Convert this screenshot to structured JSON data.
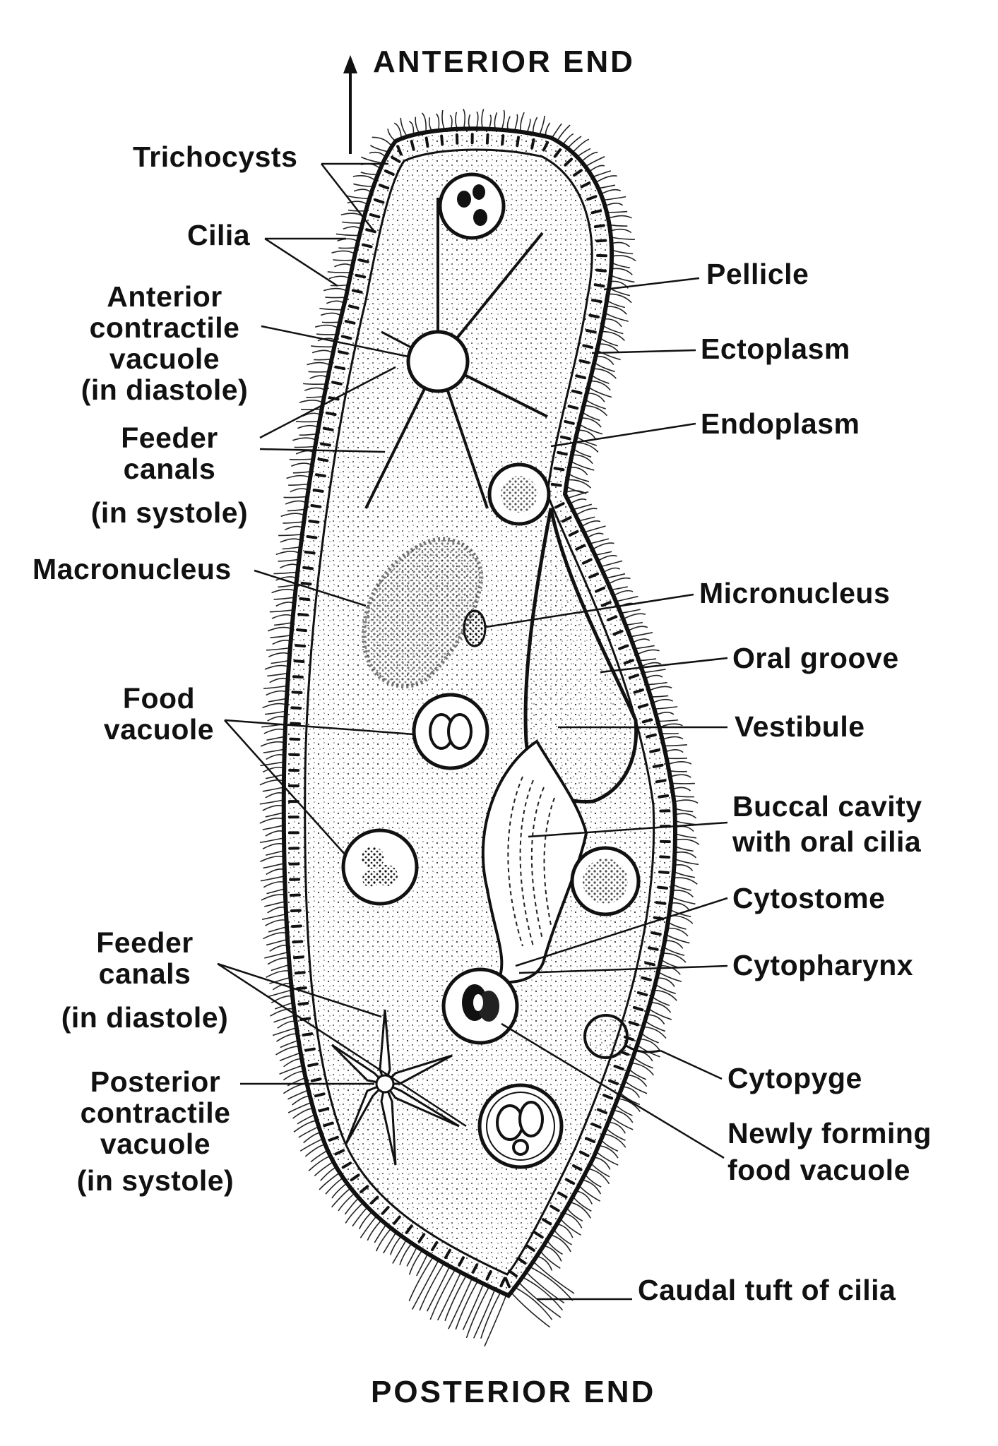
{
  "ends": {
    "anterior": "ANTERIOR END",
    "posterior": "POSTERIOR END"
  },
  "labels": {
    "trichocysts": "Trichocysts",
    "cilia": "Cilia",
    "anterior_cv": [
      "Anterior",
      "contractile",
      "vacuole",
      "(in diastole)"
    ],
    "feeder_canals_systole": [
      "Feeder",
      "canals",
      "(in systole)"
    ],
    "macronucleus": "Macronucleus",
    "food_vacuole": [
      "Food",
      "vacuole"
    ],
    "feeder_canals_diastole": [
      "Feeder",
      "canals",
      "(in diastole)"
    ],
    "posterior_cv": [
      "Posterior",
      "contractile",
      "vacuole",
      "(in systole)"
    ],
    "pellicle": "Pellicle",
    "ectoplasm": "Ectoplasm",
    "endoplasm": "Endoplasm",
    "micronucleus": "Micronucleus",
    "oral_groove": "Oral groove",
    "vestibule": "Vestibule",
    "buccal_cavity": [
      "Buccal cavity",
      "with oral cilia"
    ],
    "cytostome": "Cytostome",
    "cytopharynx": "Cytopharynx",
    "cytopyge": "Cytopyge",
    "newly_forming": [
      "Newly forming",
      "food vacuole"
    ],
    "caudal_tuft": "Caudal tuft of cilia"
  }
}
